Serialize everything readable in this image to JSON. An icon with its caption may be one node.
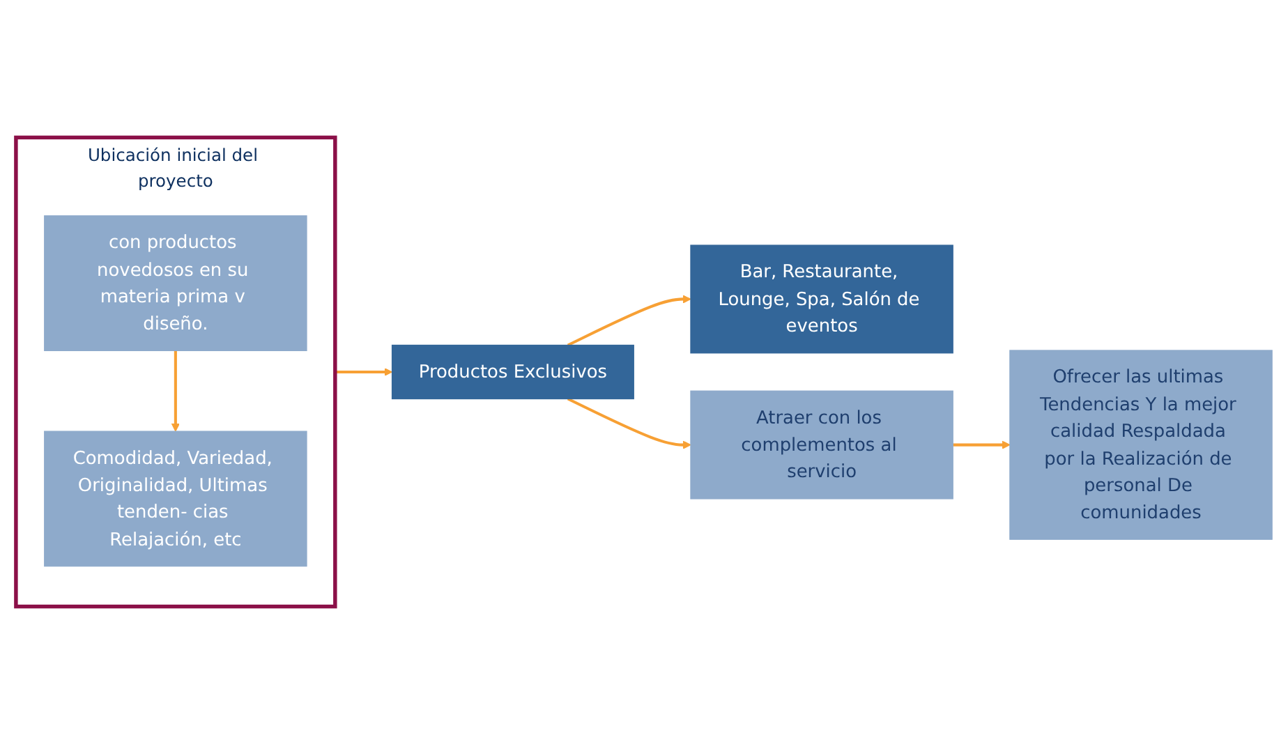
{
  "diagram": {
    "nodes": [
      {
        "text": [
          "Ubicación inicial del proyecto"
        ]
      },
      {
        "text": [
          "con productos novedosos en su materia prima v diseño."
        ],
        "in": 0
      },
      {
        "text": [
          "Comodidad, Variedad, Originalidad, Ultimas tenden- cias Relajación, etc"
        ],
        "in": 0
      },
      {
        "text": [
          "Productos Exclusivos"
        ]
      },
      {
        "text": [
          "Bar, Restaurante, Lounge, Spa, Salón de eventos"
        ]
      },
      {
        "text": [
          "Atraer con los complementos al servicio"
        ]
      },
      {
        "text": [
          "Ofrecer las ultimas Tendencias Y la mejor calidad Respaldada por la Realización de personal De comunidades"
        ]
      }
    ],
    "edges": [
      {
        "from": 0,
        "to": 3,
        "arrow": "to"
      },
      {
        "from": 1,
        "to": 2,
        "arrow": "to"
      },
      {
        "from": 3,
        "to": 4,
        "arrow": "to"
      },
      {
        "from": 3,
        "to": 5,
        "arrow": "to"
      },
      {
        "from": 5,
        "to": 6,
        "arrow": "to"
      }
    ]
  }
}
